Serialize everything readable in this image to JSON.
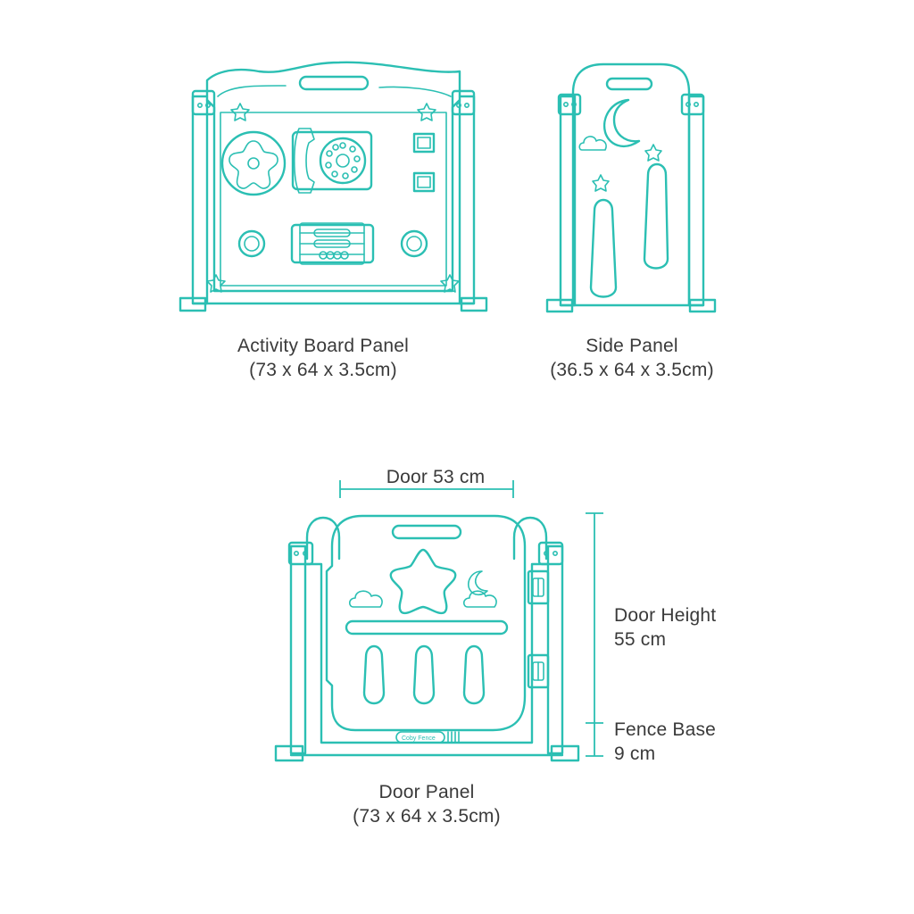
{
  "panels": {
    "activity": {
      "name": "Activity Board Panel",
      "size": "(73 x 64 x 3.5cm)"
    },
    "side": {
      "name": "Side Panel",
      "size": "(36.5 x 64 x 3.5cm)"
    },
    "door": {
      "name": "Door Panel",
      "size": "(73 x 64 x 3.5cm)"
    }
  },
  "dimensions": {
    "door_width": "Door 53 cm",
    "door_height_label": "Door Height",
    "door_height_value": "55 cm",
    "fence_base_label": "Fence Base",
    "fence_base_value": "9 cm"
  },
  "brand_label": "Coby Fence",
  "colors": {
    "line": "#2bbfb3",
    "text": "#3a3a3a"
  }
}
